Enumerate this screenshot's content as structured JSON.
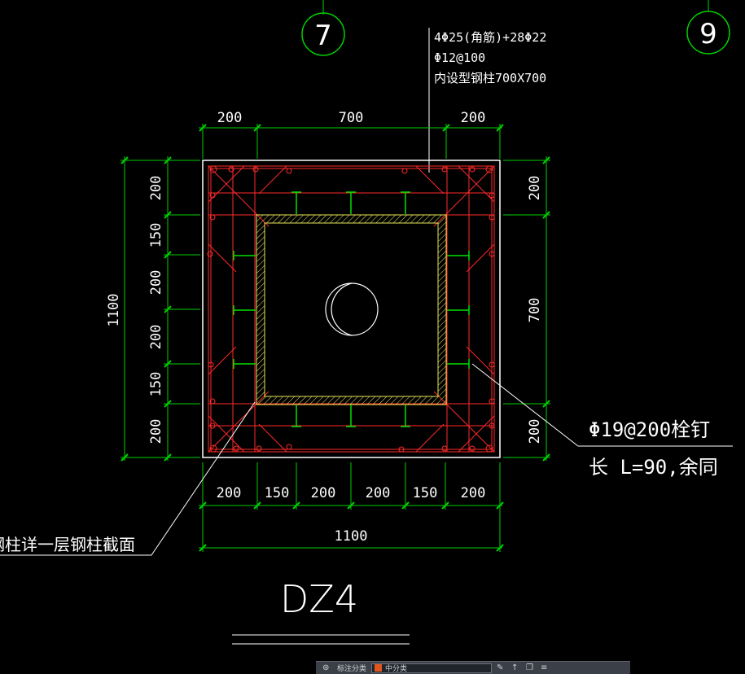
{
  "grid_axes": {
    "left": "7",
    "right": "9"
  },
  "rebar_note": {
    "line1": "4Φ25(角筋)+28Φ22",
    "line2": "Φ12@100",
    "line3": "内设型钢柱700X700"
  },
  "dims": {
    "top": [
      "200",
      "700",
      "200"
    ],
    "bottom": [
      "200",
      "150",
      "200",
      "200",
      "150",
      "200"
    ],
    "bottom_total": "1100",
    "left": [
      "200",
      "150",
      "200",
      "200",
      "150",
      "200"
    ],
    "left_total": "1100",
    "right": [
      "200",
      "700",
      "200"
    ]
  },
  "stud_note": {
    "line1": "Φ19@200栓钉",
    "line2": "长 L=90,余同"
  },
  "section_note": "钢柱详一层钢柱截面",
  "drawing_title": "DZ4",
  "toolbar": {
    "label1": "标注分类",
    "layer_label": "中分类"
  },
  "colors": {
    "concrete": "#ffffff",
    "rebar": "#ff2a2a",
    "studs": "#00e000",
    "steel": "#e8e85a",
    "dims": "#00d000"
  }
}
